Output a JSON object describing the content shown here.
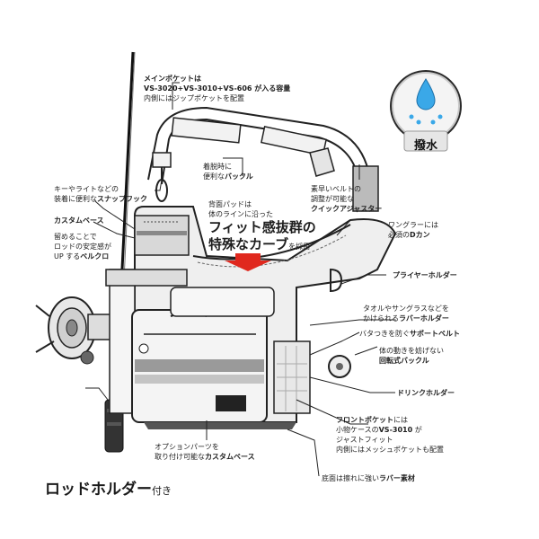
{
  "labels": {
    "main_pocket": {
      "title": "メインポケットは",
      "line2": "VS-3020+VS-3010+VS-606 が入る容量",
      "line3": "内側にはジップポケットを配置"
    },
    "buckle": {
      "line1": "着脱時に",
      "line2_pre": "便利な",
      "line2_bold": "バックル"
    },
    "quick_adjuster": {
      "line1": "素早いベルトの",
      "line2": "調整が可能な",
      "line3": "クイックアジャスター"
    },
    "snap_hook": {
      "line1": "キーやライトなどの",
      "line2_pre": "装着に便利な",
      "line2_bold": "スナップフック"
    },
    "back_pad": {
      "line1": "背面パッドは",
      "line2": "体のラインに沿った",
      "line3": "フィット感抜群の",
      "line4_bold": "特殊なカーブ",
      "line4_post": "を採用"
    },
    "custom_base_top": "カスタムベース",
    "velcro": {
      "line1": "留めることで",
      "line2": "ロッドの安定感が",
      "line3_pre": "UP する",
      "line3_bold": "ベルクロ"
    },
    "d_ring": {
      "line1": "ワングラーには",
      "line2_pre": "必須の",
      "line2_bold": "Dカン"
    },
    "plier_holder": "プライヤーホルダー",
    "rubber_holder": {
      "line1": "タオルやサングラスなどを",
      "line2_pre": "かけられる",
      "line2_bold": "ラバーホルダー"
    },
    "support_belt": {
      "line1_pre": "バタつきを防ぐ",
      "line1_bold": "サポートベルト"
    },
    "rotating_buckle": {
      "line1": "体の動きを妨げない",
      "line2_bold": "回転式バックル"
    },
    "drink_holder": "ドリンクホルダー",
    "front_pocket": {
      "line1_bold": "フロントポケット",
      "line1_post": "には",
      "line2_pre": "小物ケースの",
      "line2_bold": "VS-3010",
      "line2_post": " が",
      "line3": "ジャストフィット",
      "line4": "内側にはメッシュポケットも配置"
    },
    "option_base": {
      "line1": "オプションパーツを",
      "line2_pre": "取り付け可能な",
      "line2_bold": "カスタムベース"
    },
    "rubber_bottom": {
      "line1_pre": "底面は擦れに強い",
      "line1_bold": "ラバー素材"
    },
    "rod_holder": {
      "title": "ロッドホルダー",
      "suffix": "付き"
    }
  },
  "badge": {
    "label": "撥水",
    "icon": "water-drop-icon"
  },
  "colors": {
    "arrow": "#e0281e",
    "badge_bg": "#2a2a2a",
    "drop": "#3aa8e8",
    "line": "#1a1a1a"
  }
}
